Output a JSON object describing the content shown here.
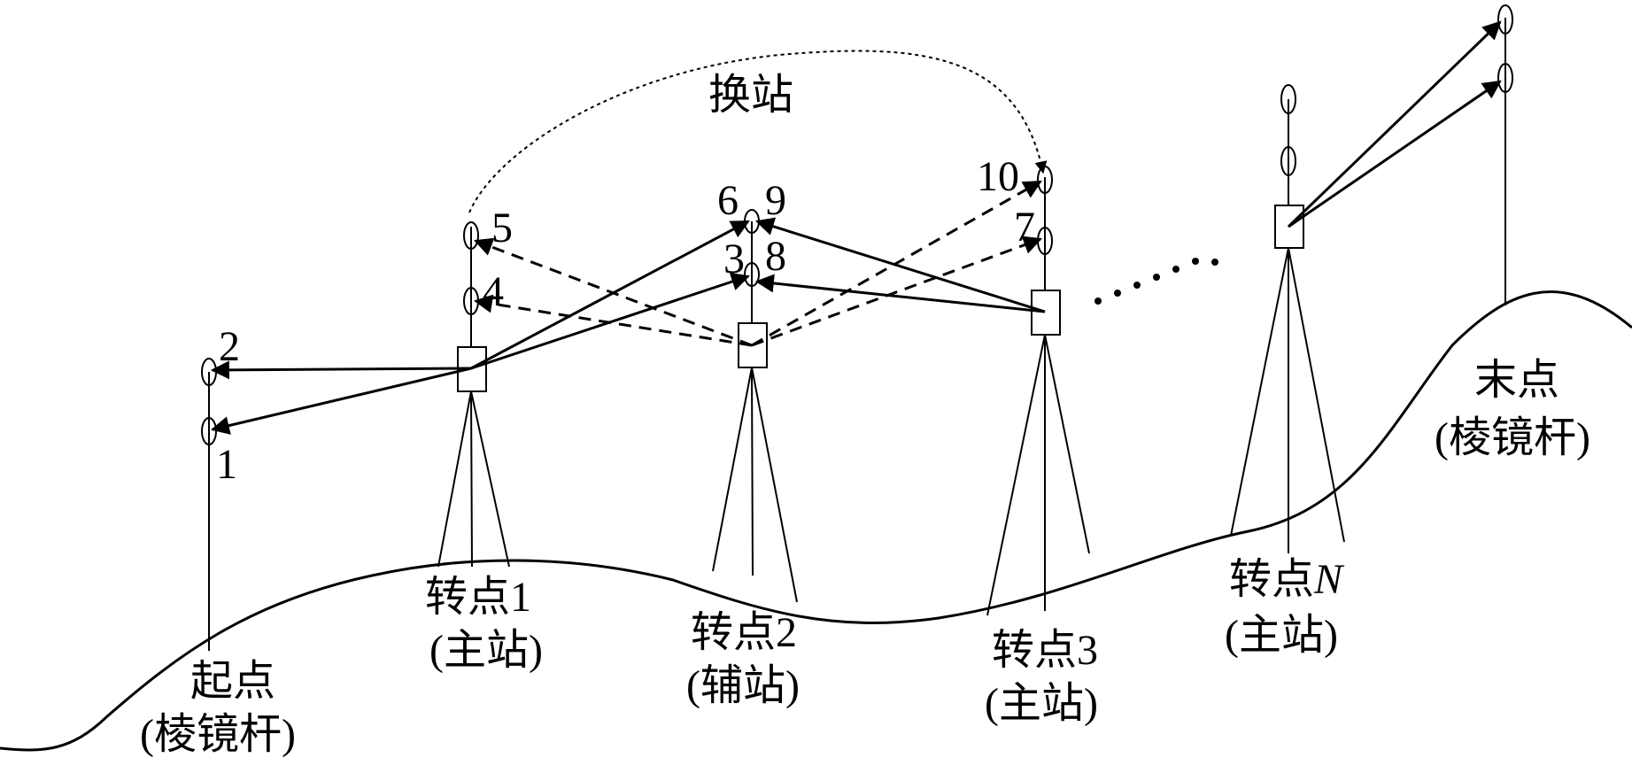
{
  "top_label": "换站",
  "start_point": {
    "line1": "起点",
    "line2": "(棱镜杆)"
  },
  "end_point": {
    "line1": "末点",
    "line2": "(棱镜杆)"
  },
  "turning_points": [
    {
      "line1": "转点1",
      "line2": "(主站)"
    },
    {
      "line1": "转点2",
      "line2": "(辅站)"
    },
    {
      "line1": "转点3",
      "line2": "(主站)"
    },
    {
      "line1_prefix": "转点",
      "line1_var": "N",
      "line2": "(主站)"
    }
  ],
  "prism_numbers": [
    "1",
    "2",
    "3",
    "4",
    "5",
    "6",
    "7",
    "8",
    "9",
    "10"
  ]
}
